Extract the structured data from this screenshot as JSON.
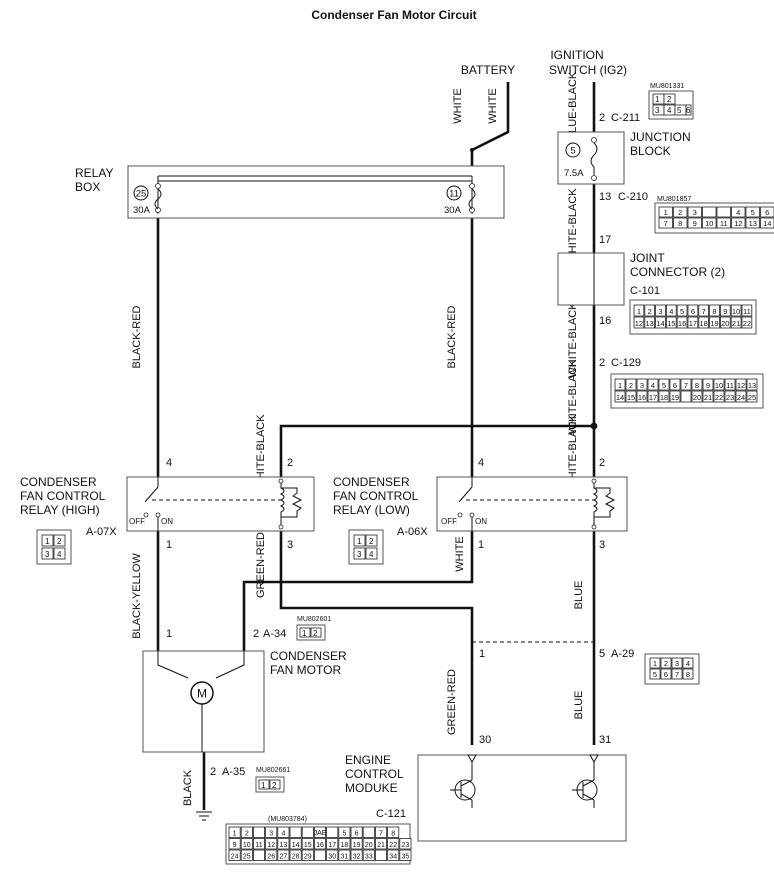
{
  "title": "Condenser Fan Motor Circuit",
  "battery": {
    "label": "BATTERY",
    "wire1": "WHITE",
    "wire2": "WHITE"
  },
  "ignition": {
    "line1": "IGNITION",
    "line2": "SWITCH (IG2)",
    "connector_id": "MU801331",
    "pins": [
      "1",
      "2",
      "3",
      "4",
      "5",
      "6"
    ]
  },
  "relay_box": {
    "line1": "RELAY",
    "line2": "BOX",
    "fuse_left_num": "25",
    "fuse_left_amp": "30A",
    "fuse_right_num": "11",
    "fuse_right_amp": "30A"
  },
  "junction_block": {
    "line1": "JUNCTION",
    "line2": "BLOCK",
    "fuse_num": "5",
    "fuse_amp": "7.5A",
    "pin_top": "2",
    "conn_top": "C-211",
    "pin_bottom": "13",
    "conn_bottom": "C-210",
    "connector_id": "MU801857",
    "pins_row1": [
      "1",
      "2",
      "3",
      "",
      "",
      "4",
      "5",
      "6"
    ],
    "pins_row2": [
      "7",
      "8",
      "9",
      "10",
      "11",
      "12",
      "13",
      "14"
    ]
  },
  "joint_connector": {
    "line1": "JOINT",
    "line2": "CONNECTOR (2)",
    "connector": "C-101",
    "pin_top": "17",
    "pin_bottom": "16",
    "pins_row1": [
      "1",
      "2",
      "3",
      "4",
      "5",
      "6",
      "7",
      "8",
      "9",
      "10",
      "11"
    ],
    "pins_row2": [
      "12",
      "13",
      "14",
      "15",
      "16",
      "17",
      "18",
      "19",
      "20",
      "21",
      "22"
    ]
  },
  "c129": {
    "pin": "2",
    "connector": "C-129",
    "pins_row1": [
      "1",
      "2",
      "3",
      "4",
      "5",
      "6",
      "7",
      "8",
      "9",
      "10",
      "11",
      "12",
      "13"
    ],
    "pins_row2": [
      "14",
      "15",
      "16",
      "17",
      "18",
      "19",
      "",
      "20",
      "21",
      "22",
      "23",
      "24",
      "25"
    ]
  },
  "wires": {
    "blue_black": "BLUE-BLACK",
    "white_black": "WHITE-BLACK",
    "black_red": "BLACK-RED",
    "black_yellow": "BLACK-YELLOW",
    "green_red": "GREEN-RED",
    "white": "WHITE",
    "blue": "BLUE",
    "black": "BLACK"
  },
  "relay_high": {
    "line1": "CONDENSER",
    "line2": "FAN CONTROL",
    "line3": "RELAY (HIGH)",
    "connector": "A-07X",
    "pin1": "1",
    "pin2": "2",
    "pin3": "3",
    "pin4": "4",
    "off": "OFF",
    "on": "ON",
    "conn_pins": [
      "1",
      "2",
      "3",
      "4"
    ]
  },
  "relay_low": {
    "line1": "CONDENSER",
    "line2": "FAN CONTROL",
    "line3": "RELAY (LOW)",
    "connector": "A-06X",
    "pin1": "1",
    "pin2": "2",
    "pin3": "3",
    "pin4": "4",
    "off": "OFF",
    "on": "ON",
    "conn_pins": [
      "1",
      "2",
      "3",
      "4"
    ]
  },
  "fan_motor": {
    "line1": "CONDENSER",
    "line2": "FAN MOTOR",
    "pin1": "1",
    "pin2": "2",
    "connector": "A-34",
    "connector_id": "MU802601",
    "conn_pins": [
      "1",
      "2"
    ],
    "motor_symbol": "M"
  },
  "a35": {
    "pin": "2",
    "connector": "A-35",
    "connector_id": "MU802661",
    "conn_pins": [
      "1",
      "2"
    ]
  },
  "a29": {
    "pin_left": "1",
    "pin_right": "5",
    "connector": "A-29",
    "pins_row1": [
      "1",
      "2",
      "3",
      "4"
    ],
    "pins_row2": [
      "5",
      "6",
      "7",
      "8"
    ]
  },
  "ecm": {
    "line1": "ENGINE",
    "line2": "CONTROL",
    "line3": "MODUKE",
    "pin_left": "30",
    "pin_right": "31"
  },
  "c121": {
    "connector": "C-121",
    "connector_id": "(MU803784)",
    "jae": "JAE",
    "row1": [
      "1",
      "2",
      "",
      "3",
      "4",
      "",
      "",
      "",
      "",
      "5",
      "6",
      "",
      "7",
      "8"
    ],
    "row2": [
      "9",
      "10",
      "11",
      "12",
      "13",
      "14",
      "15",
      "16",
      "17",
      "18",
      "19",
      "20",
      "21",
      "22",
      "23"
    ],
    "row3": [
      "24",
      "25",
      "",
      "26",
      "27",
      "28",
      "29",
      "",
      "30",
      "31",
      "32",
      "33",
      "",
      "34",
      "35"
    ]
  }
}
